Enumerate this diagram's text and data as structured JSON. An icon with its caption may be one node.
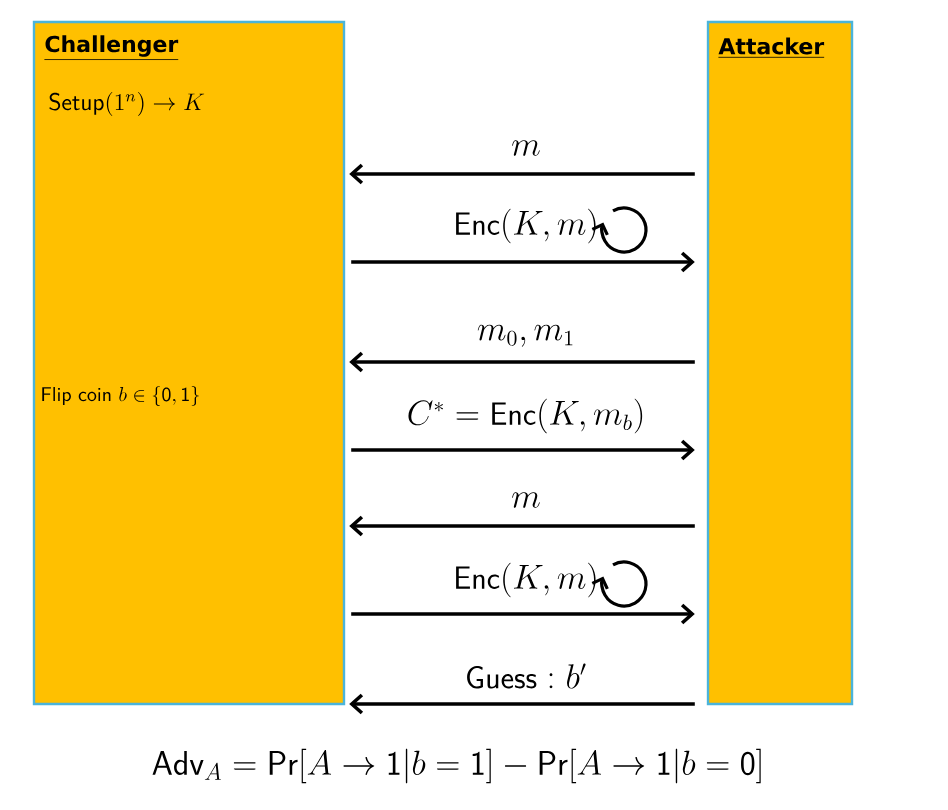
{
  "diagram": {
    "nodes": [
      {
        "text": [
          "Challenger",
          "\\mathsf{Setup}(1^n) \\to K",
          "\\mathsf{Flip\\ coin}\\ b \\in \\{\\mathsf{0},\\mathsf{1}\\}"
        ]
      },
      {
        "text": [
          "Attacker"
        ]
      }
    ],
    "edges": [
      {
        "from": 1,
        "to": 0,
        "arrow": "to",
        "label": "m"
      },
      {
        "from": 0,
        "to": 1,
        "arrow": "to",
        "label": "\\mathsf{Enc}(K,m)"
      },
      {
        "from": 1,
        "to": 0,
        "arrow": "to",
        "label": "m_0,m_1"
      },
      {
        "from": 0,
        "to": 1,
        "arrow": "to",
        "label": "C^* = \\mathsf{Enc}(K,m_b)"
      },
      {
        "from": 1,
        "to": 0,
        "arrow": "to",
        "label": "m"
      },
      {
        "from": 0,
        "to": 1,
        "arrow": "to",
        "label": "\\mathsf{Enc}(K,m)"
      },
      {
        "from": 1,
        "to": 0,
        "arrow": "to",
        "label": "\\mathsf{Guess:}\\ b'"
      }
    ],
    "labels": [
      "\\mathsf{Adv}_A = \\mathsf{Pr}[A \\to \\mathsf{1} | b = \\mathsf{1}] - \\mathsf{Pr}[A \\to \\mathsf{1} | b = \\mathsf{0}]"
    ]
  }
}
